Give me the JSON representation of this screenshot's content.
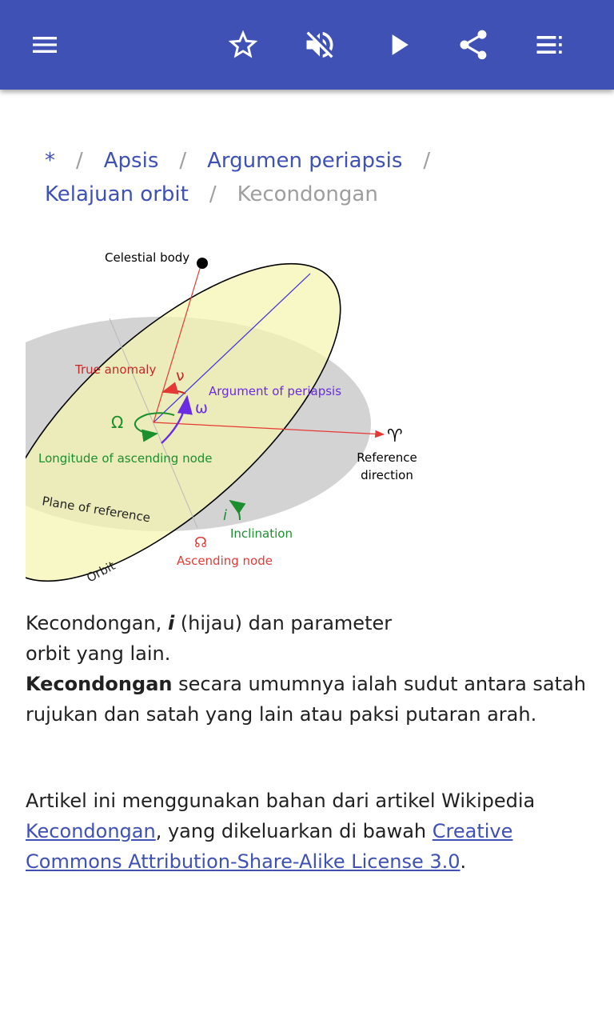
{
  "toolbar": {
    "icons": [
      "menu-icon",
      "star-outline-icon",
      "volume-off-icon",
      "play-icon",
      "share-icon",
      "playlist-icon"
    ],
    "color": "#3f51b5"
  },
  "breadcrumb": {
    "items": [
      "*",
      "Apsis",
      "Argumen periapsis",
      "Kelajuan orbit"
    ],
    "current": "Kecondongan",
    "separator": "/"
  },
  "figure": {
    "labels": {
      "celestial_body": "Celestial body",
      "true_anomaly": "True anomaly",
      "nu": "ν",
      "omega_small": "ω",
      "arg_periapsis": "Argument of periapsis",
      "Omega": "Ω",
      "long_asc_node": "Longitude of ascending node",
      "aries": "♈",
      "ref_dir_1": "Reference",
      "ref_dir_2": "direction",
      "plane_ref": "Plane of reference",
      "i": "i",
      "inclination": "Inclination",
      "asc_node_symbol": "☊",
      "asc_node": "Ascending node",
      "orbit": "Orbit"
    }
  },
  "caption": {
    "before": "Kecondongan, ",
    "italic": "i",
    "after": " (hijau) dan parameter orbit yang lain."
  },
  "paragraph": {
    "bold": "Kecondongan",
    "rest": " secara umumnya ialah sudut antara satah rujukan dan satah yang lain atau paksi putaran arah."
  },
  "attribution": {
    "text1": "Artikel ini menggunakan bahan dari artikel Wikipedia ",
    "link1": "Kecondongan",
    "text2": ", yang dikeluarkan di bawah ",
    "link2": "Creative Commons Attribution-Share-Alike License 3.0",
    "text3": "."
  }
}
